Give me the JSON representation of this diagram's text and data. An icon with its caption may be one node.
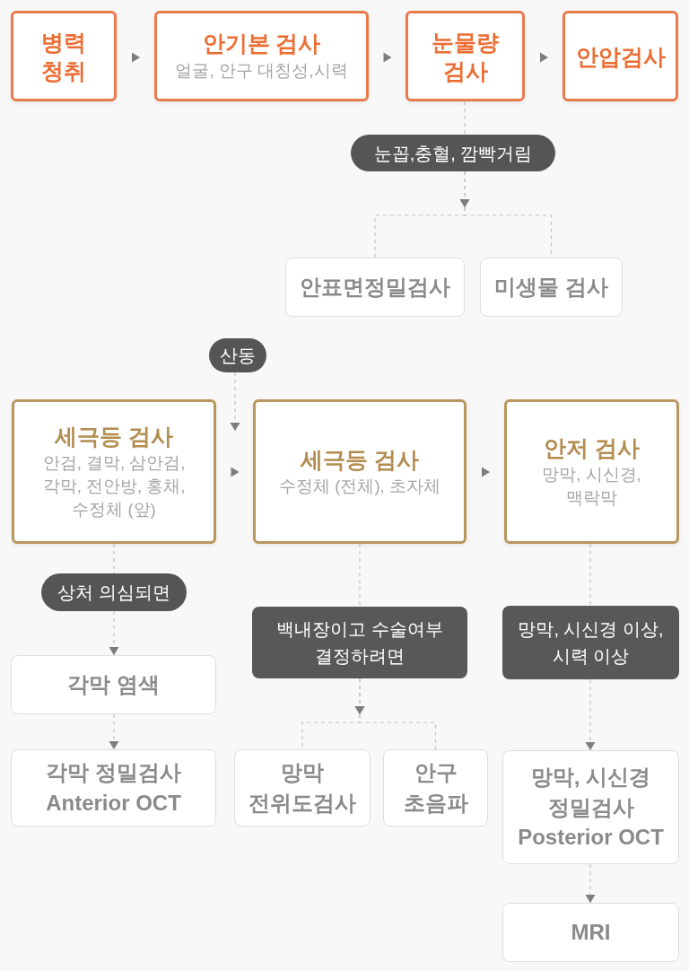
{
  "diagram": {
    "nodes": [
      {
        "text": [
          "병력 청취"
        ]
      },
      {
        "text": [
          "안기본 검사",
          "얼굴, 안구 대칭성,시력"
        ]
      },
      {
        "text": [
          "눈물량 검사"
        ]
      },
      {
        "text": [
          "안압검사"
        ]
      },
      {
        "text": [
          "눈꼽,충혈, 깜빡거림"
        ]
      },
      {
        "text": [
          "안표면정밀검사"
        ]
      },
      {
        "text": [
          "미생물 검사"
        ]
      },
      {
        "text": [
          "산동"
        ]
      },
      {
        "text": [
          "세극등 검사",
          "안검, 결막, 삼안검, 각막, 전안방, 홍채, 수정체 (앞)"
        ]
      },
      {
        "text": [
          "세극등 검사",
          "수정체 (전체), 초자체"
        ]
      },
      {
        "text": [
          "안저 검사",
          "망막, 시신경, 맥락막"
        ]
      },
      {
        "text": [
          "상처 의심되면"
        ]
      },
      {
        "text": [
          "백내장이고 수술여부 결정하려면"
        ]
      },
      {
        "text": [
          "망막, 시신경 이상, 시력 이상"
        ]
      },
      {
        "text": [
          "각막 염색"
        ]
      },
      {
        "text": [
          "각막 정밀검사",
          "Anterior OCT"
        ]
      },
      {
        "text": [
          "망막 전위도검사"
        ]
      },
      {
        "text": [
          "안구 초음파"
        ]
      },
      {
        "text": [
          "망막, 시신경 정밀검사",
          "Posterior OCT"
        ]
      },
      {
        "text": [
          "MRI"
        ]
      }
    ],
    "edges": [
      {
        "from": 0,
        "to": 1,
        "arrow": "to"
      },
      {
        "from": 1,
        "to": 2,
        "arrow": "to"
      },
      {
        "from": 2,
        "to": 3,
        "arrow": "to"
      },
      {
        "from": 2,
        "to": 4,
        "arrow": "none",
        "style": "dashed"
      },
      {
        "from": 4,
        "to": 5,
        "arrow": "to",
        "style": "dashed"
      },
      {
        "from": 4,
        "to": 6,
        "arrow": "to",
        "style": "dashed"
      },
      {
        "from": 7,
        "to": null,
        "arrow": "to",
        "style": "dashed"
      },
      {
        "from": 8,
        "to": 9,
        "arrow": "to"
      },
      {
        "from": 9,
        "to": 10,
        "arrow": "to"
      },
      {
        "from": 8,
        "to": 11,
        "arrow": "none",
        "style": "dashed"
      },
      {
        "from": 11,
        "to": 14,
        "arrow": "to",
        "style": "dashed"
      },
      {
        "from": 14,
        "to": 15,
        "arrow": "to",
        "style": "dashed"
      },
      {
        "from": 9,
        "to": 12,
        "arrow": "none",
        "style": "dashed"
      },
      {
        "from": 12,
        "to": 16,
        "arrow": "to",
        "style": "dashed"
      },
      {
        "from": 12,
        "to": 17,
        "arrow": "to",
        "style": "dashed"
      },
      {
        "from": 10,
        "to": 13,
        "arrow": "none",
        "style": "dashed"
      },
      {
        "from": 13,
        "to": 18,
        "arrow": "to",
        "style": "dashed"
      },
      {
        "from": 18,
        "to": 19,
        "arrow": "to",
        "style": "dashed"
      }
    ]
  }
}
